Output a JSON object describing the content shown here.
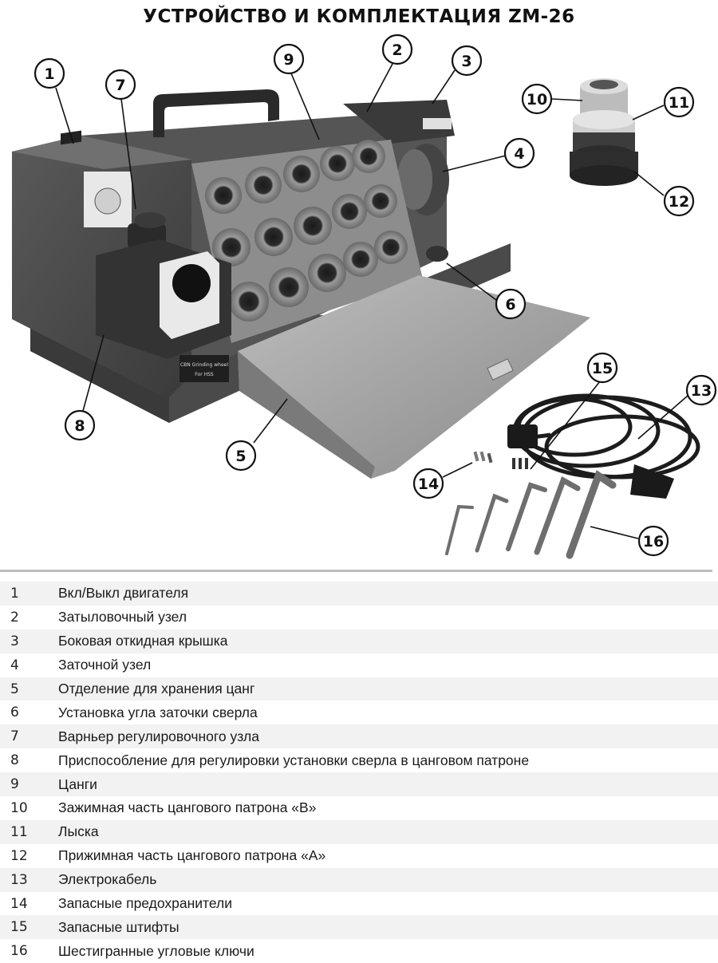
{
  "title": "УСТРОЙСТВО И КОМПЛЕКТАЦИЯ ZM-26",
  "device_labels": {
    "grinding_wheel_label": "CBN Grinding wheel",
    "grinding_wheel_sub": "For HSS"
  },
  "callouts": [
    "1",
    "2",
    "3",
    "4",
    "5",
    "6",
    "7",
    "8",
    "9",
    "10",
    "11",
    "12",
    "13",
    "14",
    "15",
    "16"
  ],
  "legend": [
    {
      "num": "1",
      "text": "Вкл/Выкл двигателя"
    },
    {
      "num": "2",
      "text": "Затыловочный узел"
    },
    {
      "num": "3",
      "text": "Боковая откидная крышка"
    },
    {
      "num": "4",
      "text": "Заточной узел"
    },
    {
      "num": "5",
      "text": "Отделение для хранения цанг"
    },
    {
      "num": "6",
      "text": "Установка угла заточки сверла"
    },
    {
      "num": "7",
      "text": "Варньер регулировочного узла"
    },
    {
      "num": "8",
      "text": "Приспособление для регулировки установки сверла в цанговом патроне"
    },
    {
      "num": "9",
      "text": "Цанги"
    },
    {
      "num": "10",
      "text": "Зажимная часть цангового патрона «В»"
    },
    {
      "num": "11",
      "text": "Лыска"
    },
    {
      "num": "12",
      "text": "Прижимная часть цангового патрона «А»"
    },
    {
      "num": "13",
      "text": "Электрокабель"
    },
    {
      "num": "14",
      "text": "Запасные предохранители"
    },
    {
      "num": "15",
      "text": "Запасные штифты"
    },
    {
      "num": "16",
      "text": "Шестигранные угловые ключи"
    }
  ]
}
